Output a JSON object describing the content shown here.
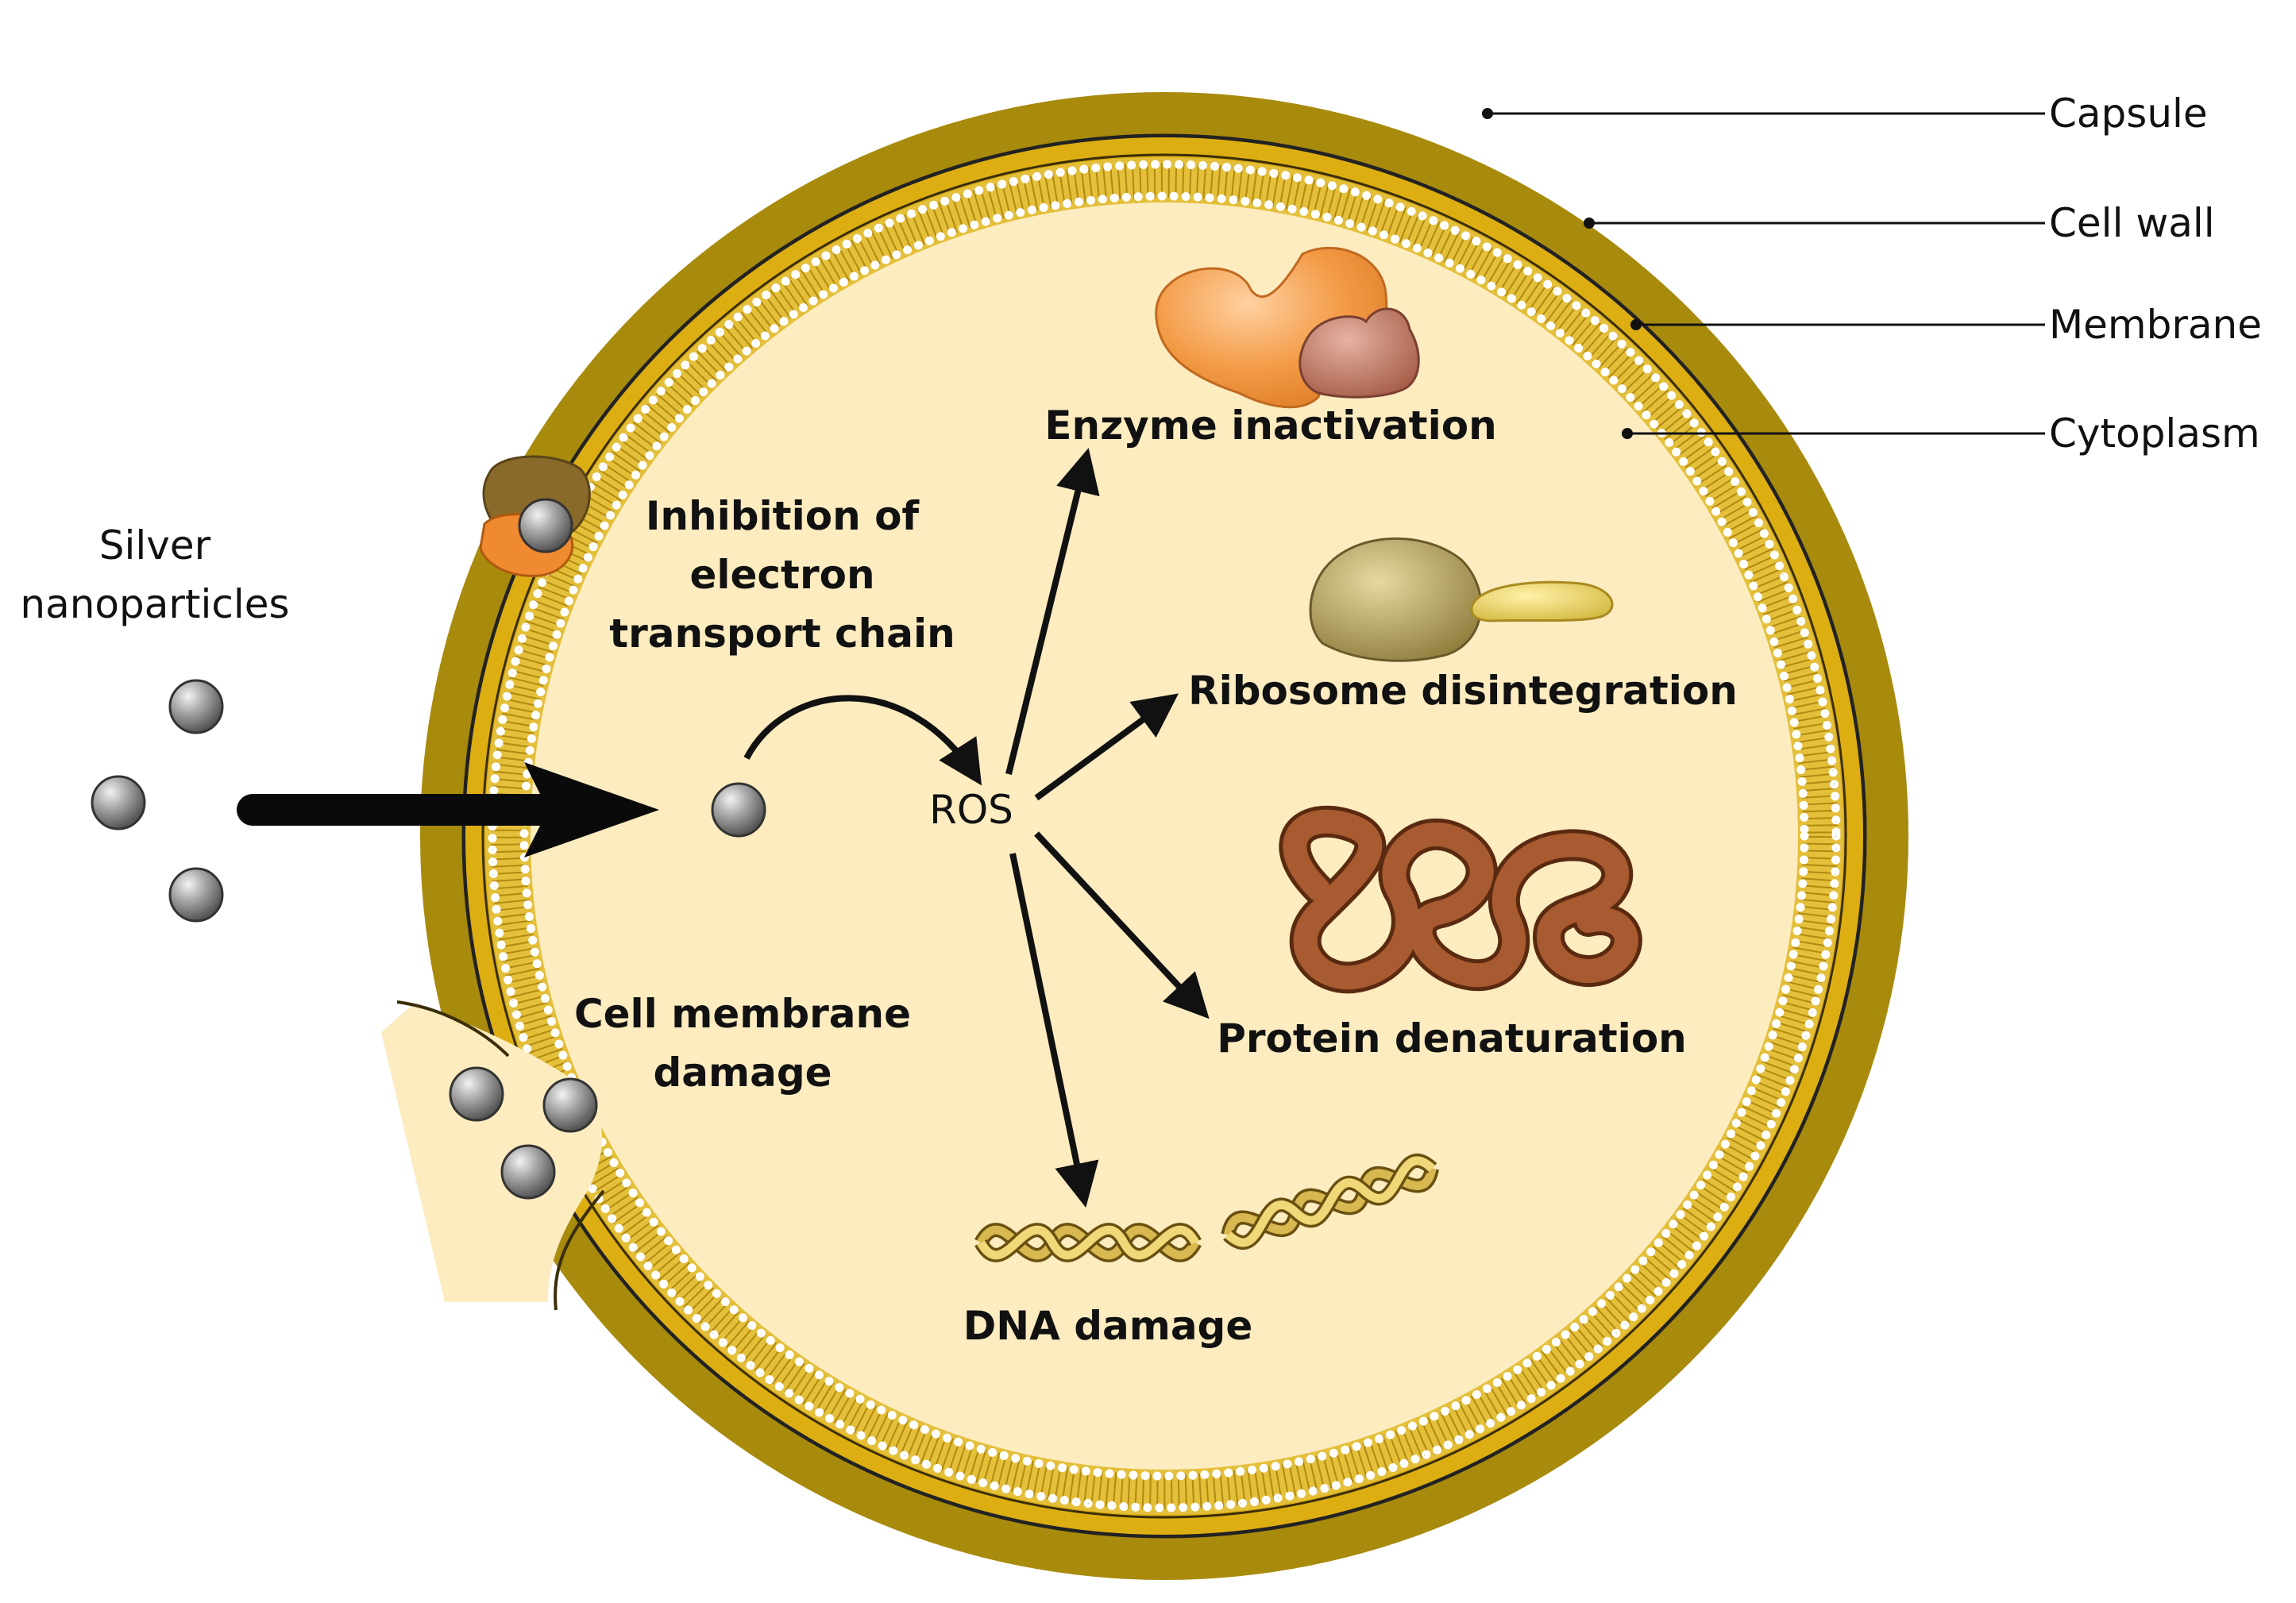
{
  "labels": {
    "silver_line1": "Silver",
    "silver_line2": "nanoparticles",
    "inhibition_line1": "Inhibition of",
    "inhibition_line2": "electron",
    "inhibition_line3": "transport chain",
    "ros": "ROS",
    "enzyme": "Enzyme inactivation",
    "ribosome": "Ribosome disintegration",
    "protein": "Protein denaturation",
    "dna": "DNA damage",
    "membrane_damage_line1": "Cell membrane",
    "membrane_damage_line2": "damage"
  },
  "legend": {
    "capsule": "Capsule",
    "cell_wall": "Cell wall",
    "membrane": "Membrane",
    "cytoplasm": "Cytoplasm"
  },
  "colors": {
    "capsule": "#a88a0d",
    "cell_wall": "#dcae12",
    "membrane_beads": "#ffffff",
    "cytoplasm": "#fcecc0",
    "enzyme_large": "#f39a45",
    "enzyme_small": "#c07e68",
    "ribosome_large": "#b59a55",
    "ribosome_small": "#e8d070",
    "protein": "#8a4a22",
    "dna": "#b89830",
    "nanoparticle": "#8c8c8c"
  }
}
